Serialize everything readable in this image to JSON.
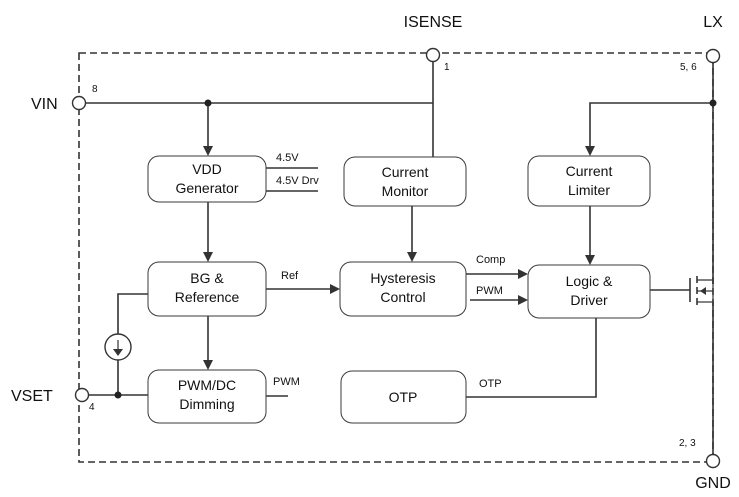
{
  "pins": {
    "isense": {
      "name": "ISENSE",
      "number": "1"
    },
    "lx": {
      "name": "LX",
      "number": "5, 6"
    },
    "vin": {
      "name": "VIN",
      "number": "8"
    },
    "vset": {
      "name": "VSET",
      "number": "4"
    },
    "gnd": {
      "name": "GND",
      "number": "2, 3"
    }
  },
  "blocks": {
    "vdd_generator": {
      "line1": "VDD",
      "line2": "Generator"
    },
    "current_monitor": {
      "line1": "Current",
      "line2": "Monitor"
    },
    "current_limiter": {
      "line1": "Current",
      "line2": "Limiter"
    },
    "bg_reference": {
      "line1": "BG &",
      "line2": "Reference"
    },
    "hysteresis_control": {
      "line1": "Hysteresis",
      "line2": "Control"
    },
    "logic_driver": {
      "line1": "Logic &",
      "line2": "Driver"
    },
    "pwm_dc_dimming": {
      "line1": "PWM/DC",
      "line2": "Dimming"
    },
    "otp": {
      "line1": "OTP"
    }
  },
  "signals": {
    "vdd_4v5": "4.5V",
    "vdd_4v5_drv": "4.5V Drv",
    "ref": "Ref",
    "comp": "Comp",
    "pwm_in": "PWM",
    "pwm_out": "PWM",
    "otp_out": "OTP"
  }
}
